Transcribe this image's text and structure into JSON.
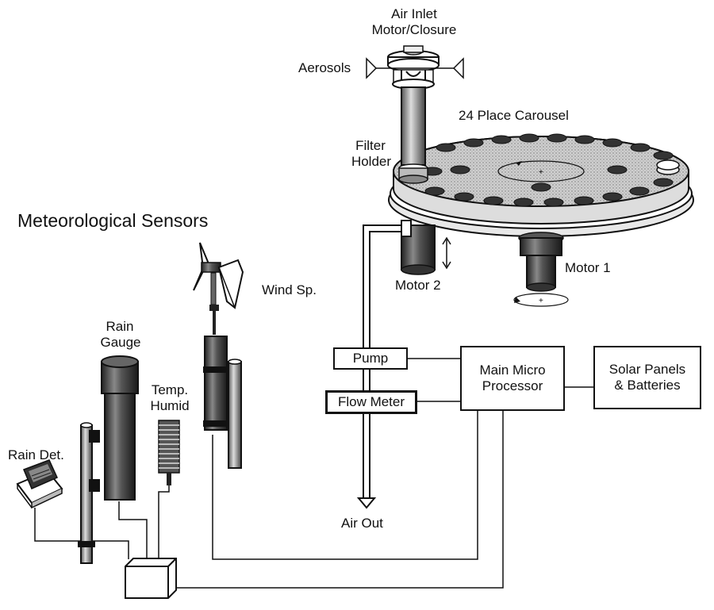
{
  "labels": {
    "air_inlet": "Air Inlet",
    "motor_closure": "Motor/Closure",
    "aerosols": "Aerosols",
    "carousel": "24 Place Carousel",
    "filter": "Filter",
    "holder": "Holder",
    "met_sensors": "Meteorological Sensors",
    "wind_speed": "Wind Sp.",
    "motor2": "Motor 2",
    "motor1": "Motor 1",
    "rain": "Rain",
    "gauge": "Gauge",
    "temp": "Temp.",
    "humid": "Humid",
    "rain_det": "Rain Det.",
    "air_out": "Air Out"
  },
  "boxes": {
    "pump": "Pump",
    "flow_meter": "Flow Meter",
    "processor_line1": "Main Micro",
    "processor_line2": "Processor",
    "solar_line1": "Solar Panels",
    "solar_line2": "& Batteries"
  }
}
